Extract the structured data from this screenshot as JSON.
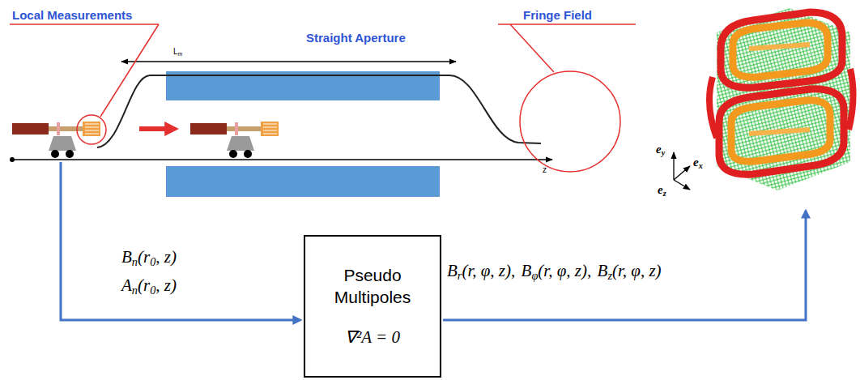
{
  "diagram": {
    "nodes": [
      {
        "text": [
          "Pseudo Multipoles",
          "∇²A = 0"
        ]
      }
    ],
    "labels": [
      "Local Measurements",
      "Straight Aperture",
      "L",
      "m",
      "Fringe Field",
      "z",
      "e",
      "y",
      "e",
      "x",
      "e",
      "z",
      "B",
      "n",
      "(r",
      "0",
      ", z)",
      "A",
      "n",
      "(r",
      "0",
      ", z)",
      "B",
      "r",
      "(r, φ, z),",
      "B",
      "φ",
      "(r, φ, z),",
      "B",
      "z",
      "(r, φ, z)"
    ]
  }
}
